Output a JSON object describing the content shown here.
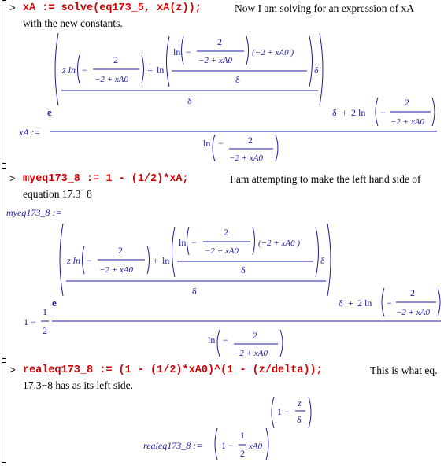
{
  "commands": [
    {
      "prompt": ">",
      "input": "xA := solve(eq173_5, xA(z));",
      "comment_line1": "Now I am solving for an expression of xA",
      "comment_line2": "with the new constants.",
      "output_lhs": "xA :="
    },
    {
      "prompt": ">",
      "input": "myeq173_8 := 1 - (1/2)*xA;",
      "comment_line1": "I am attempting to make the left hand side of",
      "comment_line2": "equation 17.3−8",
      "output_lhs": "myeq173_8 :="
    },
    {
      "prompt": ">",
      "input": "realeq173_8 := (1 - (1/2)*xA0)^(1 - (z/delta));",
      "comment_line1": "This is what eq.",
      "comment_line2": "17.3−8 has as its left side.",
      "output_lhs": "realeq173_8 :="
    }
  ],
  "math_tokens": {
    "ln": "ln",
    "e": "e",
    "delta": "δ",
    "minus": "−",
    "plus": "+",
    "two": "2",
    "one": "1",
    "z": "z",
    "xA0": "xA0",
    "neg2_plus_xA0": "−2 + xA0",
    "paren_neg2_plus_xA0": "(−2 + xA0 )",
    "two_ln": "2 ln",
    "z_ln": "z ln",
    "one_minus": "1 −",
    "half_xA0": "xA0"
  }
}
